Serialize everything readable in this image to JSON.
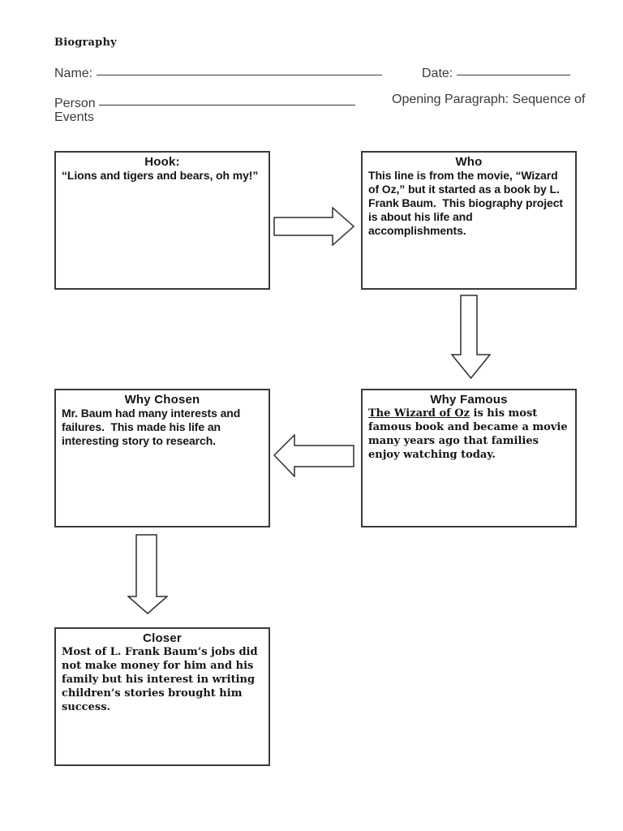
{
  "header": {
    "doc_title": "Biography",
    "name_label": "Name:",
    "name_line": "_____________________________________________",
    "date_label": "Date:",
    "date_line": "____________________",
    "person_label": "Person",
    "person_line": "_________________________________________",
    "opening_label": "Opening Paragraph: Sequence of",
    "events_label": "Events"
  },
  "boxes": {
    "hook": {
      "title": "Hook:",
      "body": "“Lions and tigers and bears, oh my!”"
    },
    "who": {
      "title": "Who",
      "body": "This line is from the movie, “Wizard of Oz,” but it started as a book by L. Frank Baum.  This biography project is about his life and accomplishments."
    },
    "why_famous": {
      "title": "Why Famous",
      "body_underlined": "The Wizard of Oz",
      "body_rest": " is his most famous book and became a movie many years ago that families enjoy watching today."
    },
    "why_chosen": {
      "title": "Why Chosen",
      "body": "Mr. Baum had many interests and failures.  This made his life an interesting story to research."
    },
    "closer": {
      "title": "Closer",
      "body": "Most of L. Frank Baum’s jobs did not make money for him and his family but his interest in writing children’s stories brought him success."
    }
  },
  "icons": {
    "arrow_hook_to_who": "flow-arrow-right",
    "arrow_who_to_why_famous": "flow-arrow-down",
    "arrow_why_famous_to_why_chosen": "flow-arrow-left",
    "arrow_why_chosen_to_closer": "flow-arrow-down"
  },
  "colors": {
    "page_background": "#ffffff",
    "ink": "#151515",
    "box_border": "#3b3b3b"
  }
}
